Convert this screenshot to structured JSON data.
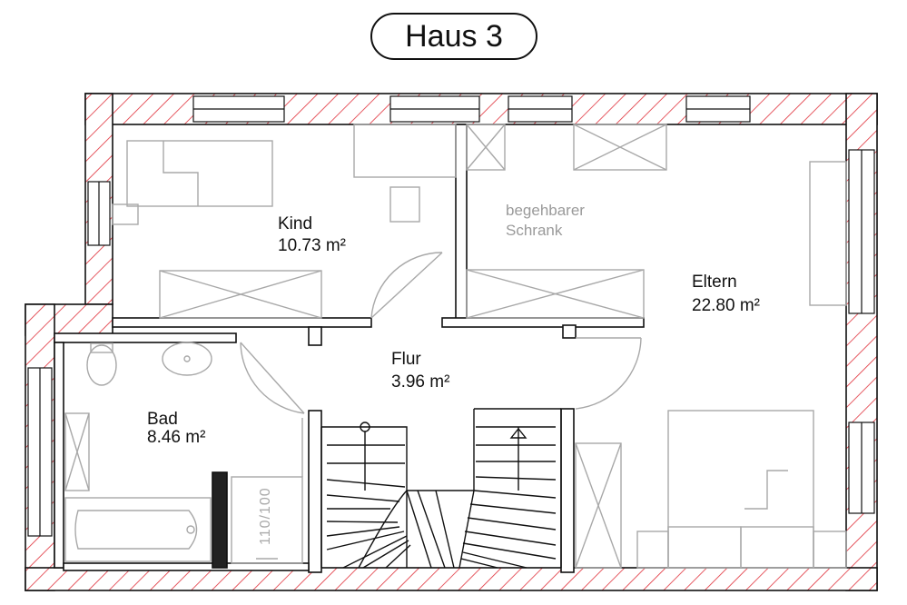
{
  "title": "Haus 3",
  "rooms": {
    "kind": {
      "name": "Kind",
      "area": "10.73 m²"
    },
    "schrank": {
      "line1": "begehbarer",
      "line2": "Schrank"
    },
    "eltern": {
      "name": "Eltern",
      "area": "22.80 m²"
    },
    "flur": {
      "name": "Flur",
      "area": "3.96 m²"
    },
    "bad": {
      "name": "Bad",
      "area": "8.46 m²"
    }
  },
  "shower_size": "110/100",
  "colors": {
    "hatch": "#e0303a",
    "wall": "#111111",
    "furniture": "#a8a8a8"
  }
}
